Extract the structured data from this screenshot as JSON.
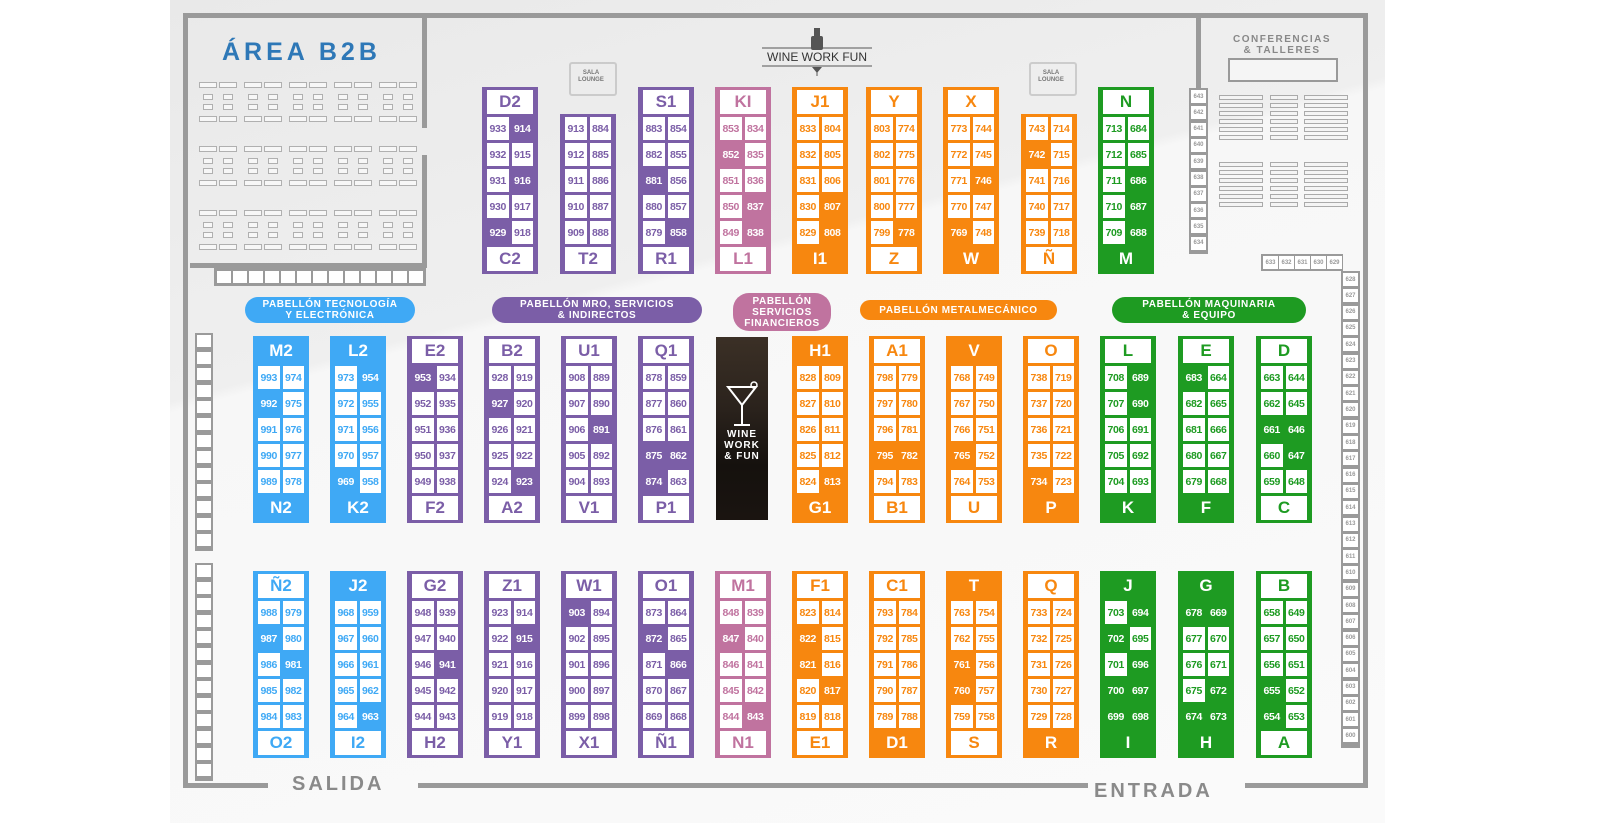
{
  "title": "Plano de exposición",
  "areas": {
    "b2b": "ÁREA B2B",
    "conferences": [
      "CONFERENCIAS",
      "& TALLERES"
    ],
    "lounge": [
      "SALA",
      "LOUNGE"
    ],
    "wine_logo": "WINE WORK FUN",
    "wine_banner": [
      "WINE",
      "WORK",
      "& FUN"
    ],
    "exit": "SALIDA",
    "entrance": "ENTRADA"
  },
  "colors": {
    "blue": "#3fa9f5",
    "purple": "#7b5ea7",
    "pink": "#c0739f",
    "orange": "#f7870f",
    "green": "#1e9b22",
    "wall": "#9a9a9a"
  },
  "pavilions": [
    {
      "label": [
        "PABELLÓN TECNOLOGÍA",
        "Y ELECTRÓNICA"
      ],
      "color": "blue"
    },
    {
      "label": [
        "PABELLÓN MRO, SERVICIOS",
        "& INDIRECTOS"
      ],
      "color": "purple"
    },
    {
      "label": [
        "PABELLÓN",
        "SERVICIOS",
        "FINANCIEROS"
      ],
      "color": "pink"
    },
    {
      "label": [
        "PABELLÓN METALMECÁNICO"
      ],
      "color": "orange"
    },
    {
      "label": [
        "PABELLÓN MAQUINARIA",
        "& EQUIPO"
      ],
      "color": "green"
    }
  ],
  "rows": [
    [
      {
        "top": "D2",
        "bottom": "C2",
        "color": "purple",
        "left": [
          933,
          932,
          931,
          930,
          929
        ],
        "right": [
          914,
          915,
          916,
          917,
          918
        ],
        "filled": [
          914,
          916,
          929
        ]
      },
      {
        "top": null,
        "bottom": "T2",
        "color": "purple",
        "left": [
          913,
          912,
          911,
          910,
          909
        ],
        "right": [
          884,
          885,
          886,
          887,
          888
        ],
        "filled": []
      },
      {
        "top": "S1",
        "bottom": "R1",
        "color": "purple",
        "left": [
          883,
          882,
          881,
          880,
          879
        ],
        "right": [
          854,
          855,
          856,
          857,
          858
        ],
        "filled": [
          881,
          858
        ]
      },
      {
        "top": "KI",
        "bottom": "L1",
        "color": "pink",
        "left": [
          853,
          852,
          851,
          850,
          849
        ],
        "right": [
          834,
          835,
          836,
          837,
          838
        ],
        "filled": [
          852,
          837,
          838
        ]
      },
      {
        "top": "J1",
        "bottom": "I1",
        "color": "orange",
        "left": [
          833,
          832,
          831,
          830,
          829
        ],
        "right": [
          804,
          805,
          806,
          807,
          808
        ],
        "filled": [
          807,
          808
        ],
        "bottom_filled": true
      },
      {
        "top": "Y",
        "bottom": "Z",
        "color": "orange",
        "left": [
          803,
          802,
          801,
          800,
          799
        ],
        "right": [
          774,
          775,
          776,
          777,
          778
        ],
        "filled": [
          778
        ]
      },
      {
        "top": "X",
        "bottom": "W",
        "color": "orange",
        "left": [
          773,
          772,
          771,
          770,
          769
        ],
        "right": [
          744,
          745,
          746,
          747,
          748
        ],
        "filled": [
          746,
          769
        ],
        "bottom_filled": true
      },
      {
        "top": null,
        "bottom": "Ñ",
        "color": "orange",
        "left": [
          743,
          742,
          741,
          740,
          739
        ],
        "right": [
          714,
          715,
          716,
          717,
          718
        ],
        "filled": [
          742
        ]
      },
      {
        "top": "N",
        "bottom": "M",
        "color": "green",
        "left": [
          713,
          712,
          711,
          710,
          709
        ],
        "right": [
          684,
          685,
          686,
          687,
          688
        ],
        "filled": [
          686,
          687,
          688
        ],
        "bottom_filled": true
      }
    ],
    [
      {
        "top": "M2",
        "bottom": "N2",
        "color": "blue",
        "left": [
          993,
          992,
          991,
          990,
          989
        ],
        "right": [
          974,
          975,
          976,
          977,
          978
        ],
        "filled": [
          992
        ],
        "top_filled": true,
        "bottom_filled": true
      },
      {
        "top": "L2",
        "bottom": "K2",
        "color": "blue",
        "left": [
          973,
          972,
          971,
          970,
          969
        ],
        "right": [
          954,
          955,
          956,
          957,
          958
        ],
        "filled": [
          954,
          969
        ],
        "top_filled": true,
        "bottom_filled": true
      },
      {
        "top": "E2",
        "bottom": "F2",
        "color": "purple",
        "left": [
          953,
          952,
          951,
          950,
          949
        ],
        "right": [
          934,
          935,
          936,
          937,
          938
        ],
        "filled": [
          953
        ]
      },
      {
        "top": "B2",
        "bottom": "A2",
        "color": "purple",
        "left": [
          928,
          927,
          926,
          925,
          924
        ],
        "right": [
          919,
          920,
          921,
          922,
          923
        ],
        "filled": [
          927,
          923
        ]
      },
      {
        "top": "U1",
        "bottom": "V1",
        "color": "purple",
        "left": [
          908,
          907,
          906,
          905,
          904
        ],
        "right": [
          889,
          890,
          891,
          892,
          893
        ],
        "filled": [
          891
        ]
      },
      {
        "top": "Q1",
        "bottom": "P1",
        "color": "purple",
        "left": [
          878,
          877,
          876,
          875,
          874
        ],
        "right": [
          859,
          860,
          861,
          862,
          863
        ],
        "filled": [
          875,
          862,
          874
        ]
      },
      {
        "top": "H1",
        "bottom": "G1",
        "color": "orange",
        "left": [
          828,
          827,
          826,
          825,
          824
        ],
        "right": [
          809,
          810,
          811,
          812,
          813
        ],
        "filled": [
          813
        ],
        "top_filled": true,
        "bottom_filled": true
      },
      {
        "top": "A1",
        "bottom": "B1",
        "color": "orange",
        "left": [
          798,
          797,
          796,
          795,
          794
        ],
        "right": [
          779,
          780,
          781,
          782,
          783
        ],
        "filled": [
          795,
          782
        ]
      },
      {
        "top": "V",
        "bottom": "U",
        "color": "orange",
        "left": [
          768,
          767,
          766,
          765,
          764
        ],
        "right": [
          749,
          750,
          751,
          752,
          753
        ],
        "filled": [
          765
        ],
        "top_filled": true
      },
      {
        "top": "O",
        "bottom": "P",
        "color": "orange",
        "left": [
          738,
          737,
          736,
          735,
          734
        ],
        "right": [
          719,
          720,
          721,
          722,
          723
        ],
        "filled": [
          734
        ],
        "bottom_filled": true
      },
      {
        "top": "L",
        "bottom": "K",
        "color": "green",
        "left": [
          708,
          707,
          706,
          705,
          704
        ],
        "right": [
          689,
          690,
          691,
          692,
          693
        ],
        "filled": [
          689,
          690
        ],
        "bottom_filled": true
      },
      {
        "top": "E",
        "bottom": "F",
        "color": "green",
        "left": [
          683,
          682,
          681,
          680,
          679
        ],
        "right": [
          664,
          665,
          666,
          667,
          668
        ],
        "filled": [
          683
        ],
        "bottom_filled": true
      },
      {
        "top": "D",
        "bottom": "C",
        "color": "green",
        "left": [
          663,
          662,
          661,
          660,
          659
        ],
        "right": [
          644,
          645,
          646,
          647,
          648
        ],
        "filled": [
          661,
          646,
          647
        ]
      }
    ],
    [
      {
        "top": "Ñ2",
        "bottom": "O2",
        "color": "blue",
        "left": [
          988,
          987,
          986,
          985,
          984
        ],
        "right": [
          979,
          980,
          981,
          982,
          983
        ],
        "filled": [
          987,
          981
        ]
      },
      {
        "top": "J2",
        "bottom": "I2",
        "color": "blue",
        "left": [
          968,
          967,
          966,
          965,
          964
        ],
        "right": [
          959,
          960,
          961,
          962,
          963
        ],
        "filled": [
          963
        ],
        "top_filled": true
      },
      {
        "top": "G2",
        "bottom": "H2",
        "color": "purple",
        "left": [
          948,
          947,
          946,
          945,
          944
        ],
        "right": [
          939,
          940,
          941,
          942,
          943
        ],
        "filled": [
          941
        ]
      },
      {
        "top": "Z1",
        "bottom": "Y1",
        "color": "purple",
        "left": [
          923,
          922,
          921,
          920,
          919
        ],
        "right": [
          914,
          915,
          916,
          917,
          918
        ],
        "filled": [
          915
        ]
      },
      {
        "top": "W1",
        "bottom": "X1",
        "color": "purple",
        "left": [
          903,
          902,
          901,
          900,
          899
        ],
        "right": [
          894,
          895,
          896,
          897,
          898
        ],
        "filled": [
          903
        ]
      },
      {
        "top": "O1",
        "bottom": "Ñ1",
        "color": "purple",
        "left": [
          873,
          872,
          871,
          870,
          869
        ],
        "right": [
          864,
          865,
          866,
          867,
          868
        ],
        "filled": [
          872,
          866
        ]
      },
      {
        "top": "M1",
        "bottom": "N1",
        "color": "pink",
        "left": [
          848,
          847,
          846,
          845,
          844
        ],
        "right": [
          839,
          840,
          841,
          842,
          843
        ],
        "filled": [
          847,
          843
        ]
      },
      {
        "top": "F1",
        "bottom": "E1",
        "color": "orange",
        "left": [
          823,
          822,
          821,
          820,
          819
        ],
        "right": [
          814,
          815,
          816,
          817,
          818
        ],
        "filled": [
          822,
          821,
          817
        ]
      },
      {
        "top": "C1",
        "bottom": "D1",
        "color": "orange",
        "left": [
          793,
          792,
          791,
          790,
          789
        ],
        "right": [
          784,
          785,
          786,
          787,
          788
        ],
        "filled": [],
        "bottom_filled": true
      },
      {
        "top": "T",
        "bottom": "S",
        "color": "orange",
        "left": [
          763,
          762,
          761,
          760,
          759
        ],
        "right": [
          754,
          755,
          756,
          757,
          758
        ],
        "filled": [
          761,
          760
        ],
        "top_filled": true
      },
      {
        "top": "Q",
        "bottom": "R",
        "color": "orange",
        "left": [
          733,
          732,
          731,
          730,
          729
        ],
        "right": [
          724,
          725,
          726,
          727,
          728
        ],
        "filled": [],
        "bottom_filled": true
      },
      {
        "top": "J",
        "bottom": "I",
        "color": "green",
        "left": [
          703,
          702,
          701,
          700,
          699
        ],
        "right": [
          694,
          695,
          696,
          697,
          698
        ],
        "filled": [
          694,
          702,
          696,
          700,
          697,
          699,
          698
        ],
        "top_filled": true,
        "bottom_filled": true
      },
      {
        "top": "G",
        "bottom": "H",
        "color": "green",
        "left": [
          678,
          677,
          676,
          675,
          674
        ],
        "right": [
          669,
          670,
          671,
          672,
          673
        ],
        "filled": [
          678,
          669,
          672,
          674,
          673
        ],
        "top_filled": true,
        "bottom_filled": true
      },
      {
        "top": "B",
        "bottom": "A",
        "color": "green",
        "left": [
          658,
          657,
          656,
          655,
          654
        ],
        "right": [
          649,
          650,
          651,
          652,
          653
        ],
        "filled": [
          655,
          654
        ]
      }
    ]
  ],
  "wall_booths": {
    "conference_column": [
      643,
      642,
      641,
      640,
      639,
      638,
      637,
      636,
      635,
      634
    ],
    "right_top": [
      633,
      632,
      631,
      630,
      629
    ],
    "right_column": [
      628,
      627,
      626,
      625,
      624,
      623,
      622,
      621,
      620,
      619,
      618,
      617,
      616,
      615,
      614,
      613,
      612,
      611,
      610,
      609,
      608,
      607,
      606,
      605,
      604,
      603,
      602,
      601,
      600
    ]
  }
}
